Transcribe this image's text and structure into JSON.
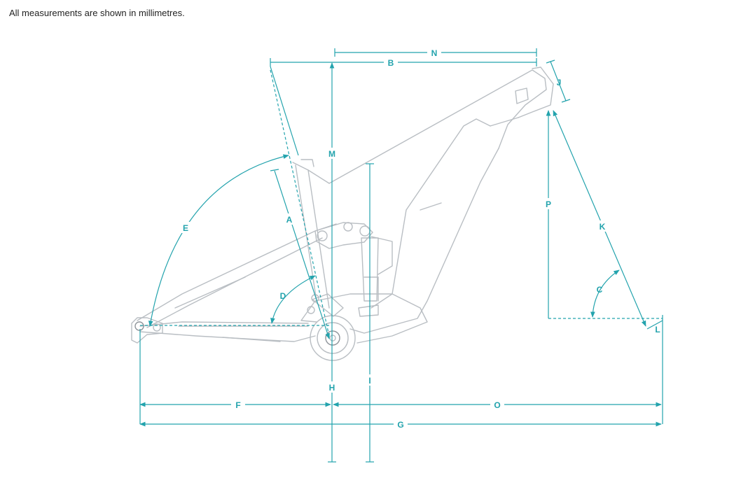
{
  "note": "All measurements are shown in millimetres.",
  "labels": {
    "A": "A",
    "B": "B",
    "C": "C",
    "D": "D",
    "E": "E",
    "F": "F",
    "G": "G",
    "H": "H",
    "I": "I",
    "J": "J",
    "K": "K",
    "L": "L",
    "M": "M",
    "N": "N",
    "O": "O",
    "P": "P"
  },
  "colors": {
    "dimension": "#23a3ad",
    "frame": "#b9bec3",
    "text": "#222222"
  }
}
